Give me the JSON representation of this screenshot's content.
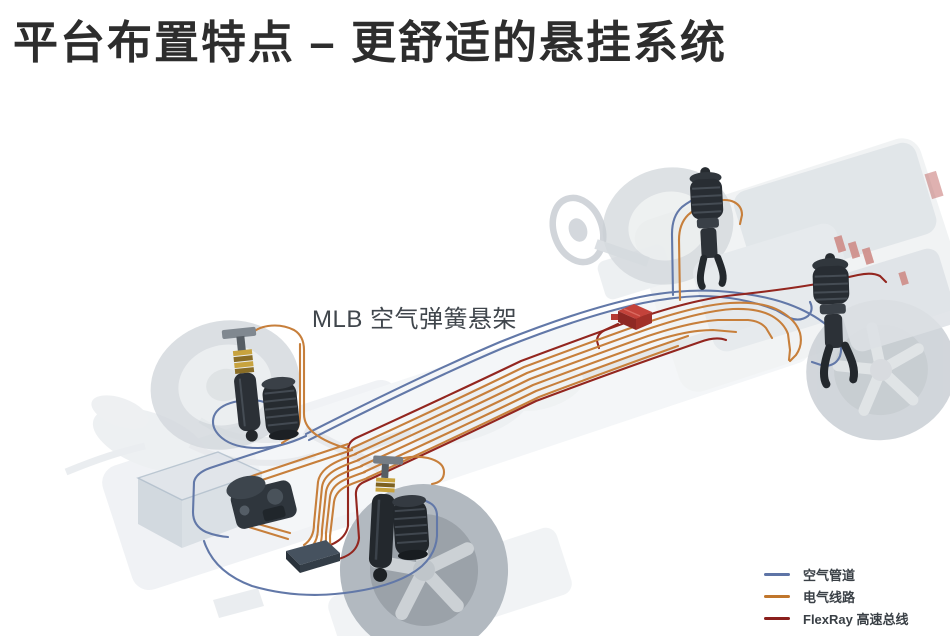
{
  "slide": {
    "title": "平台布置特点 – 更舒适的悬挂系统",
    "title_color": "#2d2d2d",
    "background_color": "#ffffff"
  },
  "diagram": {
    "caption": "MLB 空气弹簧悬架",
    "caption_color": "#40464c"
  },
  "palette": {
    "air_pipe": "#6278a8",
    "electrical": "#c77f3b",
    "flexray": "#93261f",
    "ecu_red": "#c4423a"
  },
  "legend": {
    "items": [
      {
        "label": "空气管道",
        "color": "#5e74a6"
      },
      {
        "label": "电气线路",
        "color": "#c0762c"
      },
      {
        "label": "FlexRay 高速总线",
        "color": "#8a1f1c"
      }
    ]
  }
}
